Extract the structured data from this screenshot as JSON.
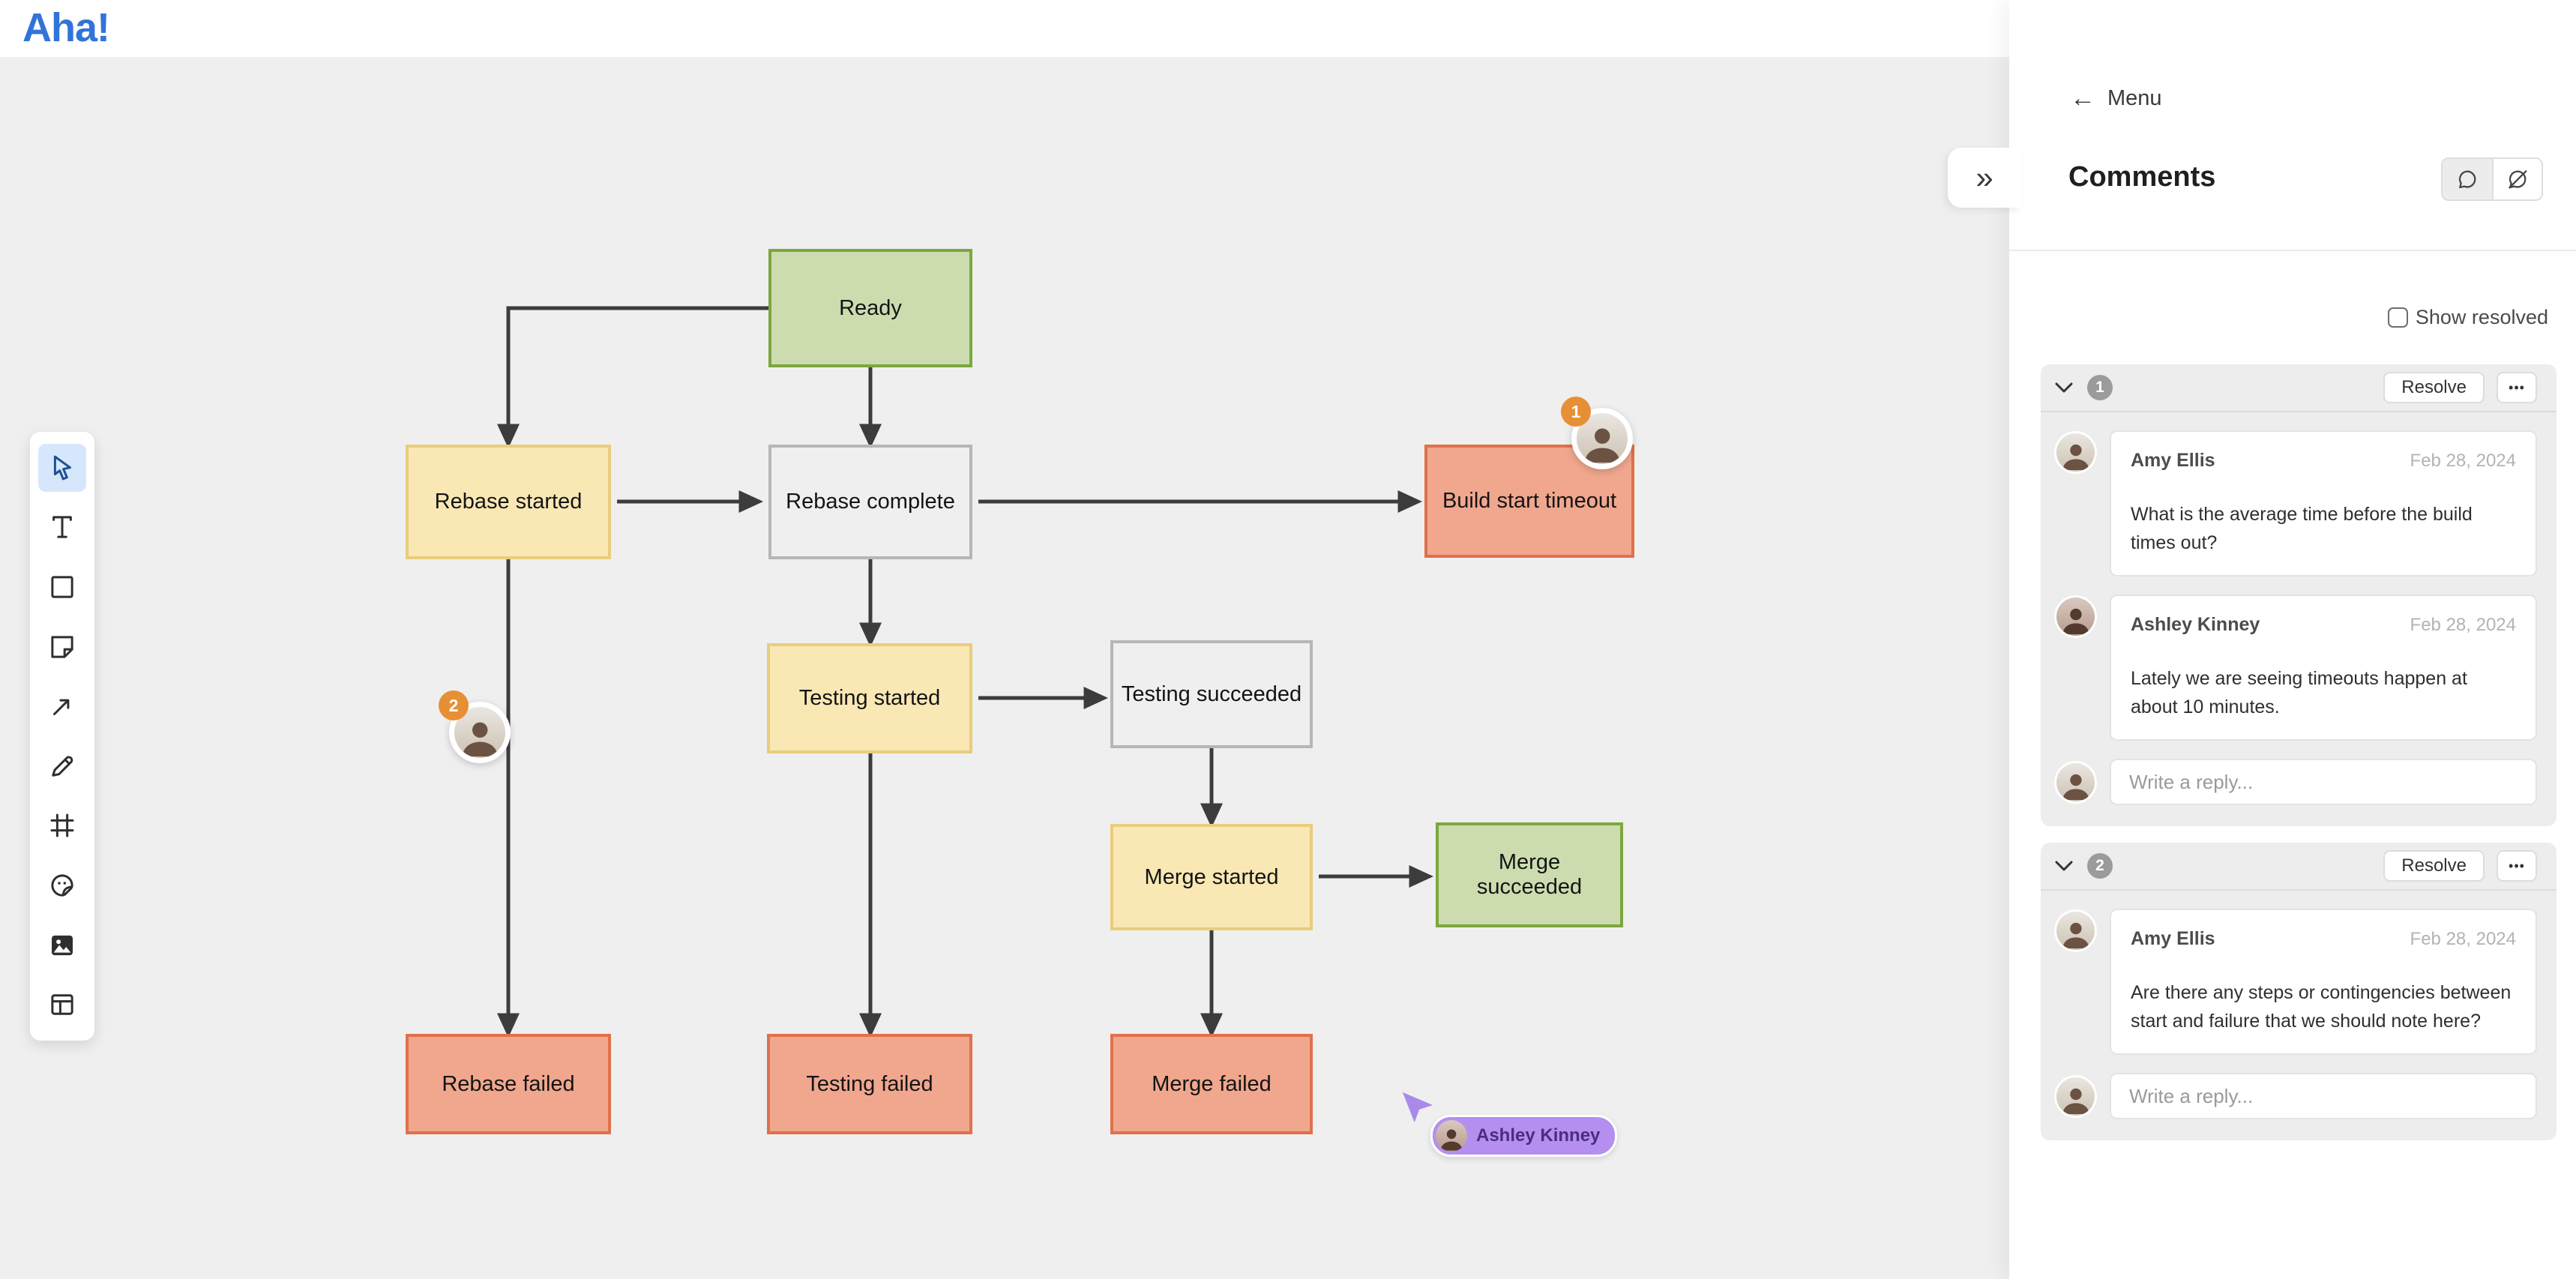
{
  "app": {
    "logo_text": "Aha!"
  },
  "toolbar": {
    "active_tool": "select",
    "tools": [
      "select",
      "text",
      "shape",
      "sticky-note",
      "connector",
      "pen",
      "frame",
      "sticker",
      "image",
      "table"
    ]
  },
  "canvas": {
    "nodes": [
      {
        "id": "ready",
        "label": "Ready",
        "style": "green"
      },
      {
        "id": "rebase-started",
        "label": "Rebase started",
        "style": "yellow"
      },
      {
        "id": "rebase-complete",
        "label": "Rebase complete",
        "style": "outline"
      },
      {
        "id": "build-start-timeout",
        "label": "Build start timeout",
        "style": "red"
      },
      {
        "id": "testing-started",
        "label": "Testing started",
        "style": "yellow"
      },
      {
        "id": "testing-succeeded",
        "label": "Testing succeeded",
        "style": "outline"
      },
      {
        "id": "merge-started",
        "label": "Merge started",
        "style": "yellow"
      },
      {
        "id": "merge-succeeded",
        "label": "Merge succeeded",
        "style": "green"
      },
      {
        "id": "rebase-failed",
        "label": "Rebase failed",
        "style": "red"
      },
      {
        "id": "testing-failed",
        "label": "Testing failed",
        "style": "red"
      },
      {
        "id": "merge-failed",
        "label": "Merge failed",
        "style": "red"
      }
    ],
    "edges": [
      {
        "from": "ready",
        "to": "rebase-started"
      },
      {
        "from": "ready",
        "to": "rebase-complete"
      },
      {
        "from": "rebase-started",
        "to": "rebase-complete"
      },
      {
        "from": "rebase-complete",
        "to": "build-start-timeout"
      },
      {
        "from": "rebase-complete",
        "to": "testing-started"
      },
      {
        "from": "testing-started",
        "to": "testing-succeeded"
      },
      {
        "from": "testing-succeeded",
        "to": "merge-started"
      },
      {
        "from": "merge-started",
        "to": "merge-succeeded"
      },
      {
        "from": "merge-started",
        "to": "merge-failed"
      },
      {
        "from": "rebase-started",
        "to": "rebase-failed"
      },
      {
        "from": "testing-started",
        "to": "testing-failed"
      }
    ],
    "comment_pins": [
      {
        "number": "1"
      },
      {
        "number": "2"
      }
    ],
    "live_cursor": {
      "user_name": "Ashley Kinney",
      "color": "#b48ff0"
    }
  },
  "panel": {
    "back_label": "Menu",
    "title": "Comments",
    "show_resolved_label": "Show resolved",
    "show_resolved_checked": false,
    "threads": [
      {
        "number": "1",
        "resolve_label": "Resolve",
        "more_label": "•••",
        "comments": [
          {
            "author": "Amy Ellis",
            "date": "Feb 28, 2024",
            "body": "What is the average time before the build times out?"
          },
          {
            "author": "Ashley Kinney",
            "date": "Feb 28, 2024",
            "body": "Lately we are seeing timeouts happen at about 10 minutes."
          }
        ],
        "reply_placeholder": "Write a reply..."
      },
      {
        "number": "2",
        "resolve_label": "Resolve",
        "more_label": "•••",
        "comments": [
          {
            "author": "Amy Ellis",
            "date": "Feb 28, 2024",
            "body": "Are there any steps or contingencies between start and failure that we should note here?"
          }
        ],
        "reply_placeholder": "Write a reply..."
      }
    ]
  },
  "colors": {
    "node_green_fill": "#ccdcaf",
    "node_green_border": "#7ba73e",
    "node_yellow_fill": "#f9e8b4",
    "node_yellow_border": "#e8cd7d",
    "node_red_fill": "#f0a78e",
    "node_red_border": "#e0714c",
    "node_outline_border": "#b6b6b6",
    "arrow": "#3c3c3c",
    "pin_badge": "#e78f35",
    "cursor_purple": "#b48ff0",
    "brand_blue": "#3273d9"
  }
}
